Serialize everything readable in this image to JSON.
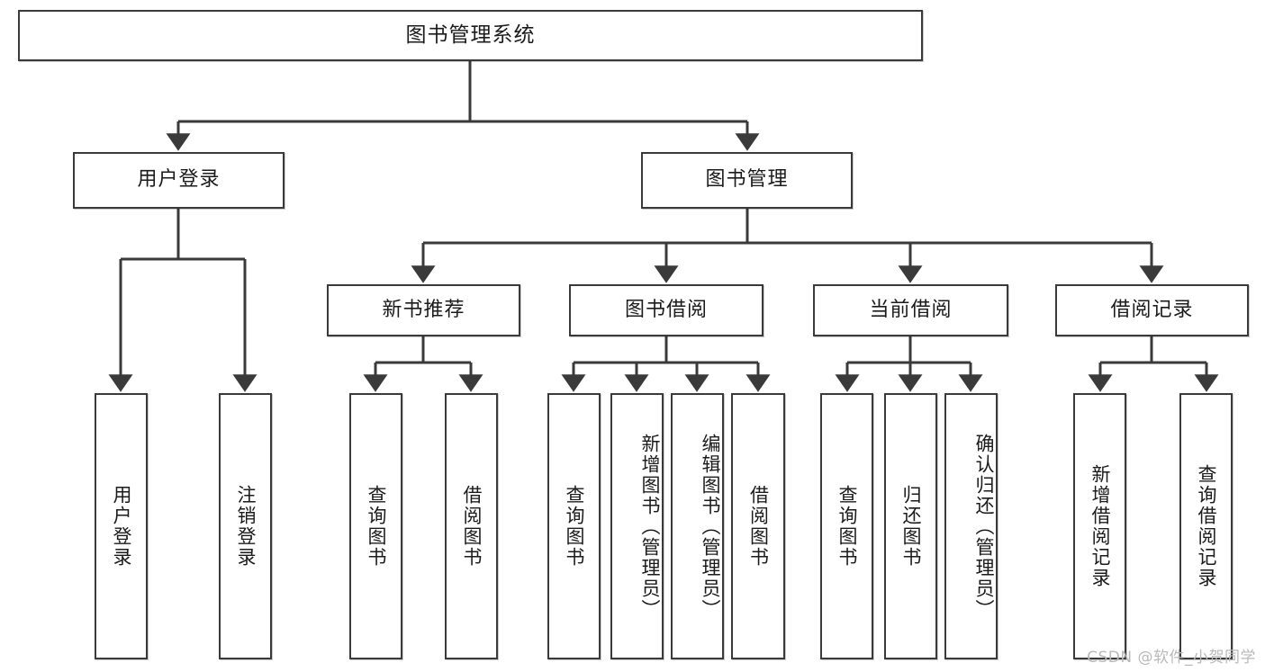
{
  "diagram": {
    "title": "图书管理系统",
    "watermark": "CSDN @软件_小贺同学",
    "style": {
      "border_color": "#3a3a3a",
      "text_color": "#1b1b1b",
      "background": "#ffffff",
      "watermark_color": "#b9b9b9"
    },
    "root": {
      "label": "图书管理系统"
    },
    "level2": [
      {
        "label": "用户登录"
      },
      {
        "label": "图书管理"
      }
    ],
    "level3": [
      {
        "label": "新书推荐"
      },
      {
        "label": "图书借阅"
      },
      {
        "label": "当前借阅"
      },
      {
        "label": "借阅记录"
      }
    ],
    "leaves": {
      "user_login": [
        {
          "label": "用户登录"
        },
        {
          "label": "注销登录"
        }
      ],
      "new_book": [
        {
          "label": "查询图书"
        },
        {
          "label": "借阅图书"
        }
      ],
      "book_borrow": [
        {
          "label": "查询图书"
        },
        {
          "label": "新增图书（管理员）"
        },
        {
          "label": "编辑图书（管理员）"
        },
        {
          "label": "借阅图书"
        }
      ],
      "current_borrow": [
        {
          "label": "查询图书"
        },
        {
          "label": "归还图书"
        },
        {
          "label": "确认归还（管理员）"
        }
      ],
      "borrow_record": [
        {
          "label": "新增借阅记录"
        },
        {
          "label": "查询借阅记录"
        }
      ]
    }
  }
}
